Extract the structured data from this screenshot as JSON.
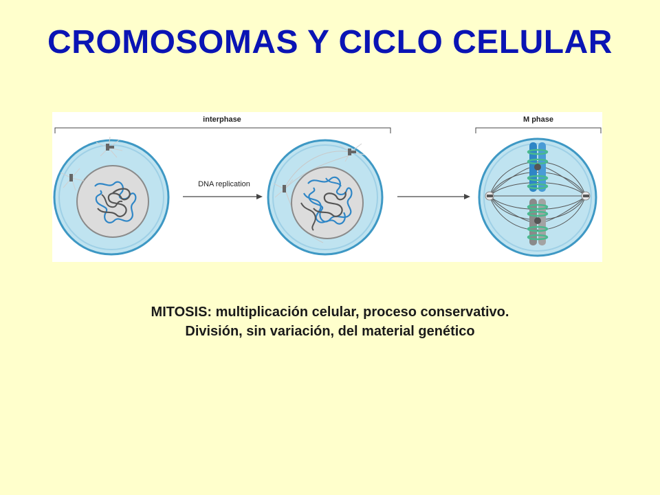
{
  "slide": {
    "title": "CROMOSOMAS Y CICLO CELULAR",
    "caption_line1": "MITOSIS: multiplicación celular, proceso conservativo.",
    "caption_line2": "División, sin variación, del material genético"
  },
  "figure": {
    "label_interphase": "interphase",
    "label_m_phase": "M phase",
    "label_dna_replication": "DNA replication"
  },
  "colors": {
    "background": "#ffffcc",
    "title": "#0a14b4",
    "cell_fill": "#bfe3f0",
    "cell_border": "#3e98c4",
    "nucleus_fill": "#dcdcdc",
    "chromatin_blue": "#2f86c6",
    "chromatin_gray": "#555555",
    "kinetochore_green": "#49b98f"
  }
}
